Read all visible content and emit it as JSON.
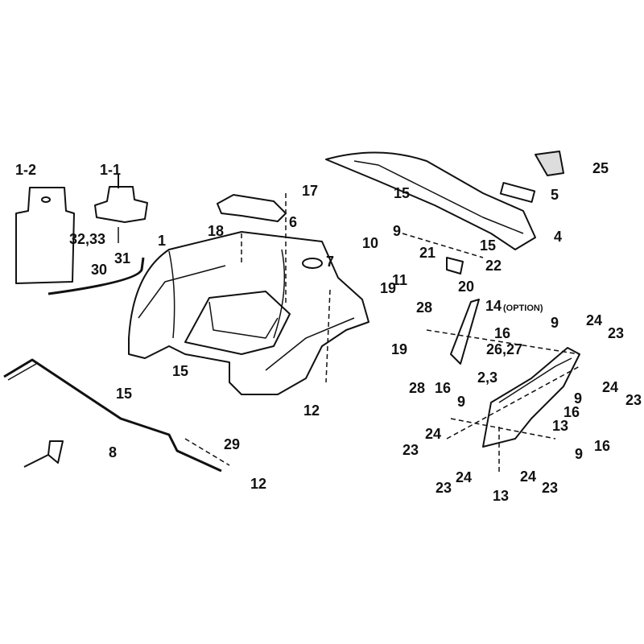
{
  "diagram": {
    "labels": [
      "1-2",
      "1-1",
      "32,33",
      "31",
      "30",
      "1",
      "18",
      "17",
      "6",
      "7",
      "19",
      "19",
      "15",
      "15",
      "12",
      "8",
      "29",
      "12",
      "25",
      "5",
      "15",
      "9",
      "10",
      "4",
      "21",
      "15",
      "22",
      "11",
      "20",
      "14",
      "28",
      "16",
      "9",
      "24",
      "23",
      "26,27",
      "2,3",
      "28",
      "16",
      "9",
      "24",
      "23",
      "9",
      "16",
      "13",
      "24",
      "23",
      "16",
      "9",
      "24",
      "23",
      "24",
      "23",
      "13"
    ],
    "option_note": "(OPTION)"
  }
}
